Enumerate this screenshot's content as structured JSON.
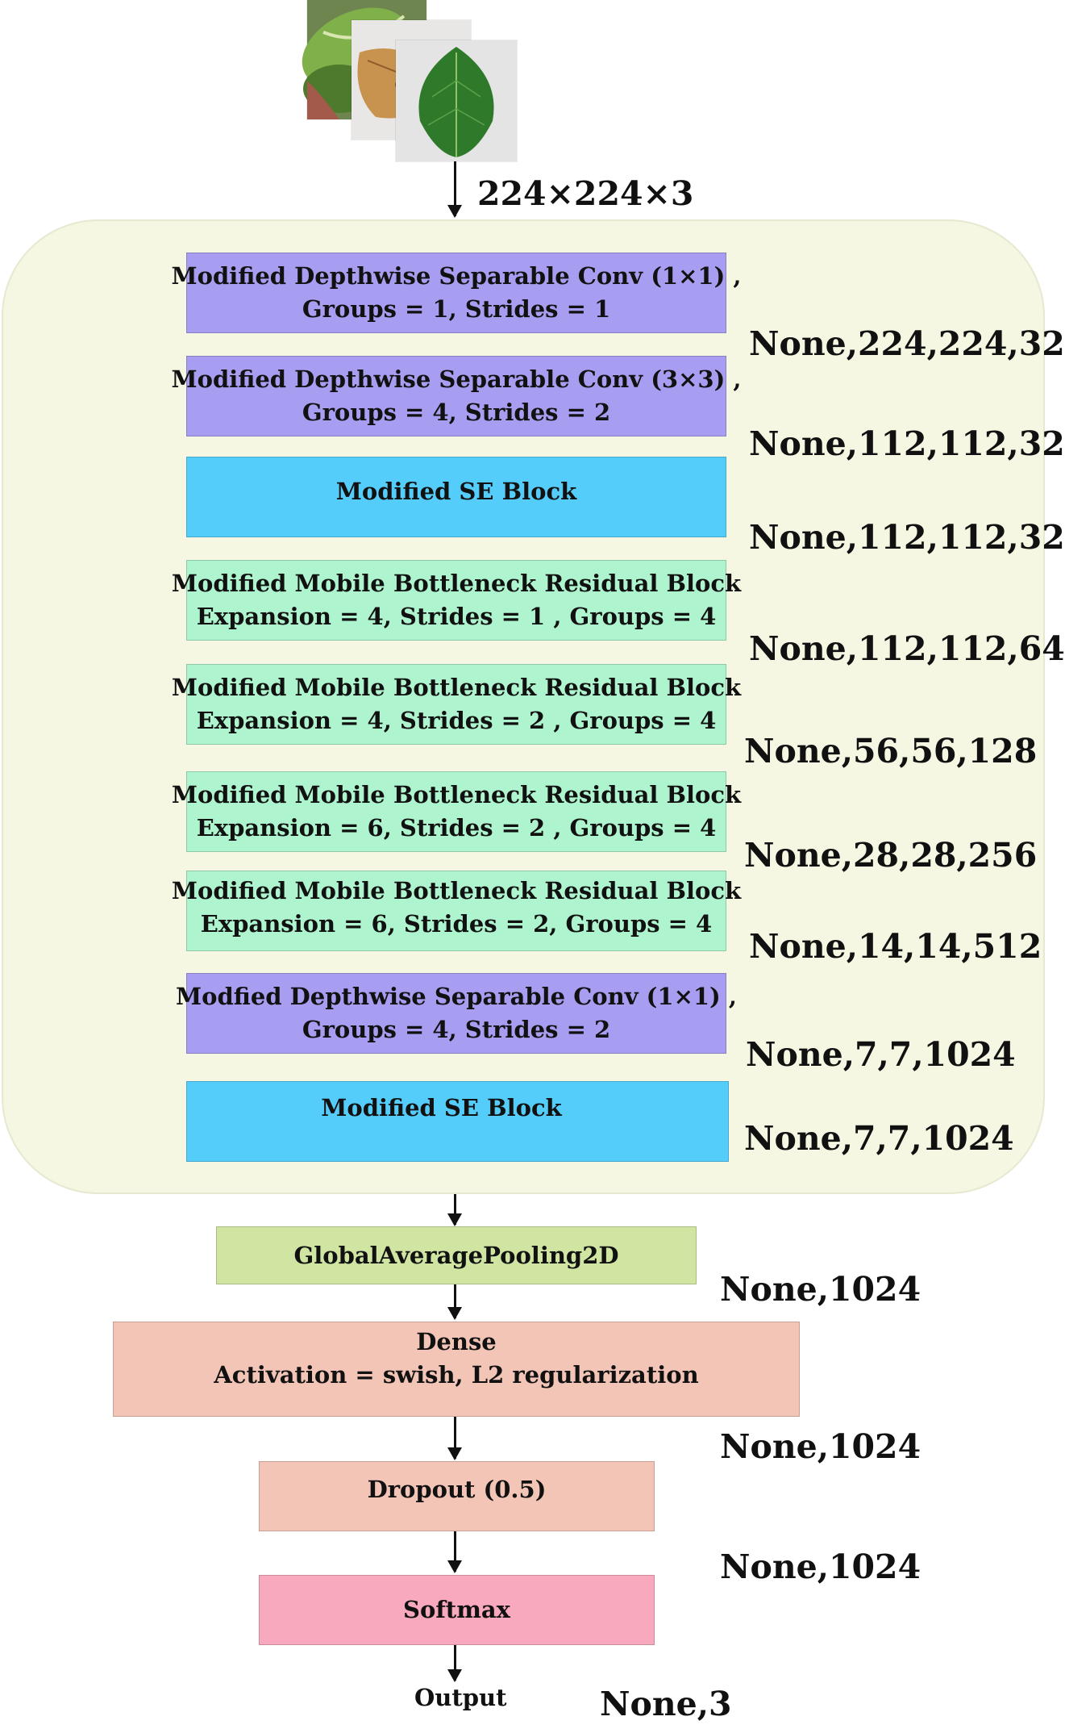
{
  "input_shape": "224×224×3",
  "blocks": [
    {
      "lines": [
        "Modified Depthwise Separable Conv (1×1) ,",
        "Groups = 1, Strides = 1"
      ],
      "color": "#a79df1"
    },
    {
      "lines": [
        "Modified Depthwise Separable Conv (3×3) ,",
        "Groups = 4, Strides = 2"
      ],
      "color": "#a79df1"
    },
    {
      "lines": [
        "Modified SE Block"
      ],
      "color": "#55cdfb"
    },
    {
      "lines": [
        "Modified Mobile Bottleneck Residual Block",
        "Expansion = 4, Strides = 1 , Groups = 4"
      ],
      "color": "#aef5cf"
    },
    {
      "lines": [
        "Modified Mobile Bottleneck Residual Block",
        "Expansion = 4, Strides = 2 , Groups = 4"
      ],
      "color": "#aef5cf"
    },
    {
      "lines": [
        "Modified Mobile Bottleneck Residual Block",
        "Expansion = 6, Strides = 2 , Groups = 4"
      ],
      "color": "#aef5cf"
    },
    {
      "lines": [
        "Modified Mobile Bottleneck Residual Block",
        "Expansion = 6, Strides = 2, Groups = 4"
      ],
      "color": "#aef5cf"
    },
    {
      "lines": [
        "Modfied Depthwise Separable Conv (1×1) ,",
        "Groups = 4, Strides = 2"
      ],
      "color": "#a79df1"
    },
    {
      "lines": [
        "Modified SE Block"
      ],
      "color": "#55cdfb"
    }
  ],
  "block_shapes": [
    "None,224,224,32",
    "None,112,112,32",
    "None,112,112,32",
    "None,112,112,64",
    "None,56,56,128",
    "None,28,28,256",
    "None,14,14,512",
    "None,7,7,1024",
    "None,7,7,1024"
  ],
  "head": {
    "gap": {
      "label": "GlobalAveragePooling2D",
      "shape": "None,1024",
      "color": "#d0e5a2"
    },
    "dense": {
      "lines": [
        "Dense",
        "Activation = swish,  L2 regularization"
      ],
      "shape": "None,1024",
      "color": "#f3c5b6"
    },
    "dropout": {
      "label": "Dropout (0.5)",
      "shape": "None,1024",
      "color": "#f3c5b6"
    },
    "softmax": {
      "label": "Softmax",
      "color": "#f9a9be"
    },
    "output": {
      "label": "Output",
      "shape": "None,3"
    }
  }
}
